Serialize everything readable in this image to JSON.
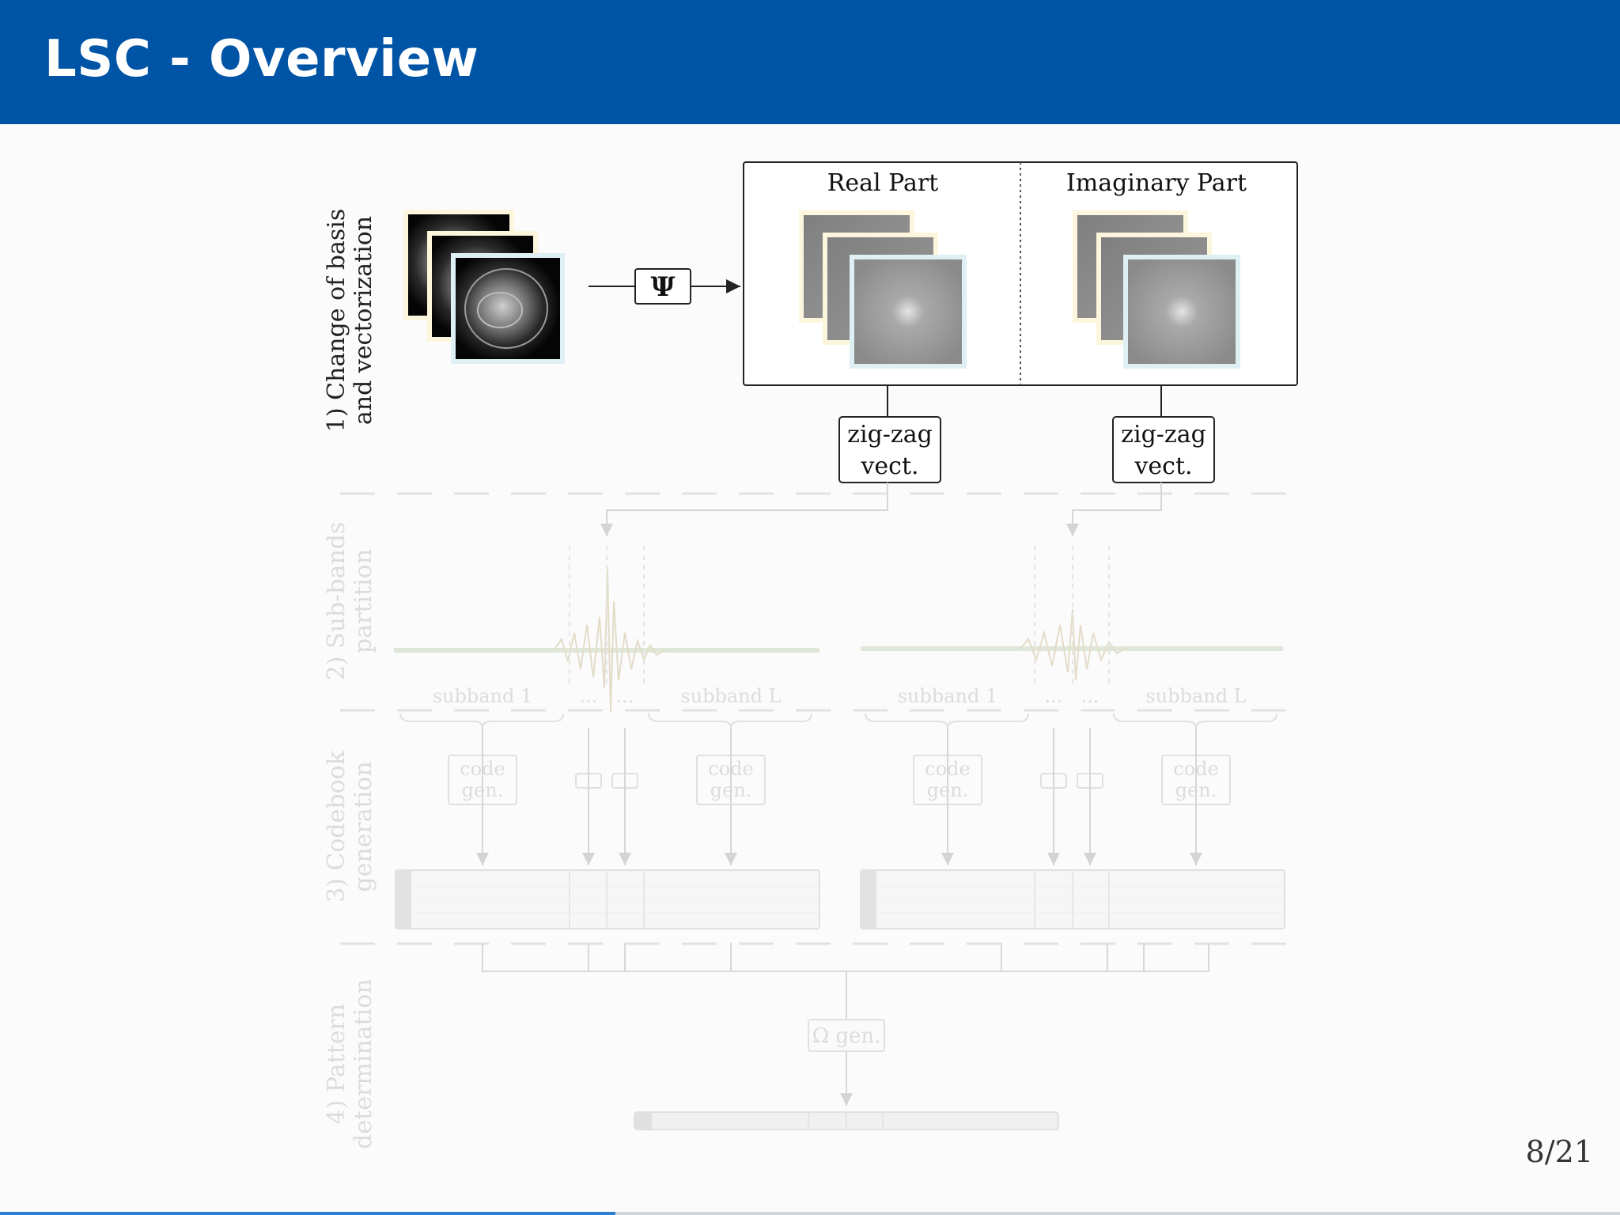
{
  "slide": {
    "title": "LSC - Overview",
    "page_number": "8/21",
    "progress": 0.38
  },
  "diagram": {
    "stages": [
      {
        "line1": "1) Change of basis",
        "line2": "and vectorization",
        "faded": false
      },
      {
        "line1": "2) Sub-bands",
        "line2": "partition",
        "faded": true
      },
      {
        "line1": "3) Codebook",
        "line2": "generation",
        "faded": true
      },
      {
        "line1": "4) Pattern",
        "line2": "determination",
        "faded": true
      }
    ],
    "transform_symbol": "Ψ",
    "real_part_label": "Real Part",
    "imaginary_part_label": "Imaginary Part",
    "zigzag": {
      "line1": "zig-zag",
      "line2": "vect."
    },
    "subband_first": "subband 1",
    "subband_last": "subband L",
    "ellipsis": "...",
    "codegen": {
      "line1": "code",
      "line2": "gen."
    },
    "omega_gen": "Ω gen.",
    "colors": {
      "header": "#0054a6",
      "active_stroke": "#222222",
      "faded": "#dcdcdc"
    }
  }
}
